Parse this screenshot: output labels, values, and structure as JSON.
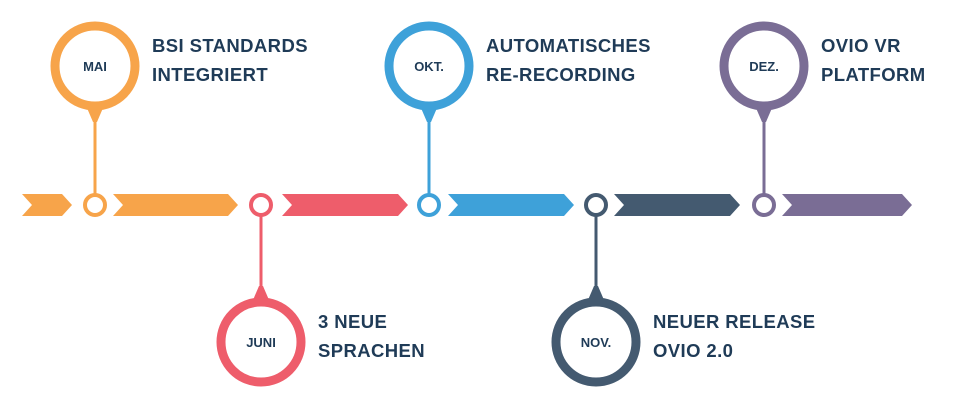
{
  "milestones": [
    {
      "month": "MAI",
      "title_lines": [
        "BSI STANDARDS",
        "INTEGRIERT"
      ],
      "color": "#f7a44a",
      "position": "top"
    },
    {
      "month": "JUNI",
      "title_lines": [
        "3 NEUE",
        "SPRACHEN"
      ],
      "color": "#ee5d6b",
      "position": "bottom"
    },
    {
      "month": "OKT.",
      "title_lines": [
        "AUTOMATISCHES",
        "RE-RECORDING"
      ],
      "color": "#3ea1d9",
      "position": "top"
    },
    {
      "month": "NOV.",
      "title_lines": [
        "NEUER RELEASE",
        "OVIO 2.0"
      ],
      "color": "#445a70",
      "position": "bottom"
    },
    {
      "month": "DEZ.",
      "title_lines": [
        "OVIO VR",
        "PLATFORM"
      ],
      "color": "#7a6d95",
      "position": "top"
    }
  ],
  "arrow_colors": [
    "#f7a44a",
    "#f7a44a",
    "#ee5d6b",
    "#3ea1d9",
    "#445a70",
    "#7a6d95"
  ]
}
